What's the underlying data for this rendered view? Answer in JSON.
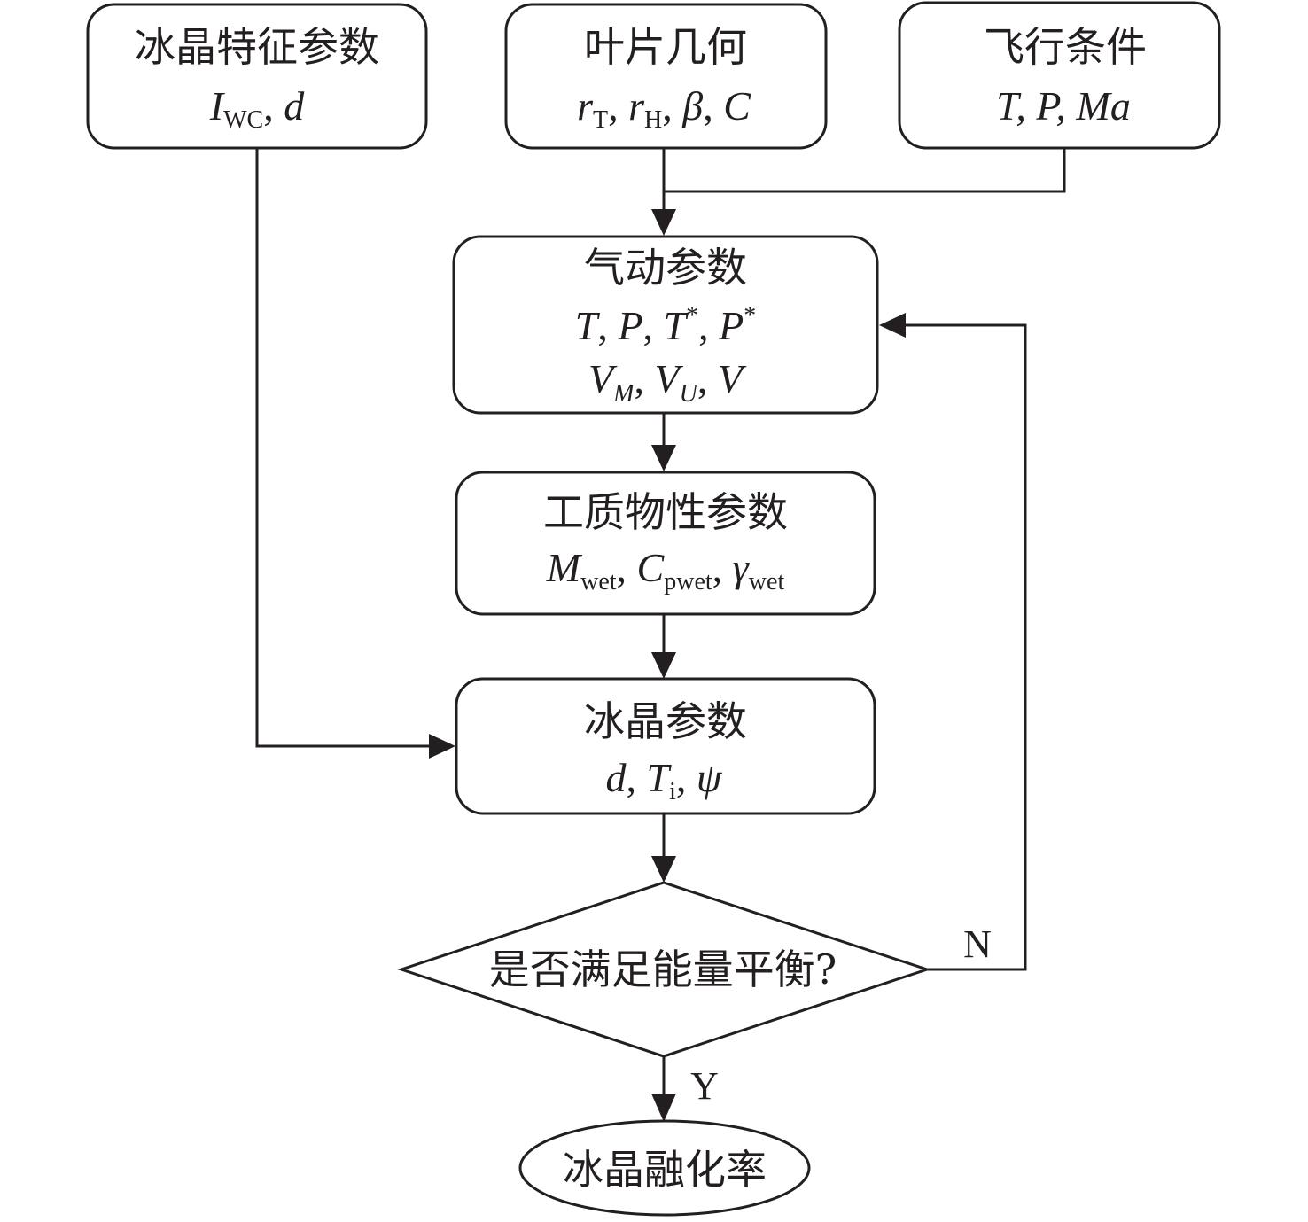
{
  "diagram": {
    "type": "flowchart",
    "colors": {
      "stroke": "#231f20",
      "background": "#ffffff"
    },
    "nodes": {
      "ice_features": {
        "title": "冰晶特征参数",
        "vars": {
          "I": "I",
          "I_sub": "WC",
          "sep1": ", ",
          "d": "d"
        }
      },
      "blade_geometry": {
        "title": "叶片几何",
        "vars": {
          "r1": "r",
          "r1_sub": "T",
          "sep": ", ",
          "r2": "r",
          "r2_sub": "H",
          "beta": "β",
          "C": "C"
        }
      },
      "flight_conditions": {
        "title": "飞行条件",
        "vars": {
          "text": "T, P, Ma"
        }
      },
      "aero_params": {
        "title": "气动参数",
        "line1": {
          "T": "T",
          "P": "P",
          "Tstar": "T",
          "Pstar": "P",
          "star": "*",
          "sep": ", "
        },
        "line2": {
          "V": "V",
          "M": "M",
          "U": "U",
          "sep": ", "
        }
      },
      "fluid_props": {
        "title": "工质物性参数",
        "vars": {
          "M": "M",
          "M_sub": "wet",
          "C": "C",
          "C_sub": "pwet",
          "gamma": "γ",
          "gamma_sub": "wet",
          "sep": ", "
        }
      },
      "ice_params": {
        "title": "冰晶参数",
        "vars": {
          "d": "d",
          "T": "T",
          "T_sub": "i",
          "psi": "ψ",
          "sep": ", "
        }
      },
      "decision": {
        "label": "是否满足能量平衡?",
        "yes": "Y",
        "no": "N"
      },
      "result": {
        "label": "冰晶融化率"
      }
    },
    "edges": [
      {
        "from": "blade_geometry",
        "to": "aero_params"
      },
      {
        "from": "flight_conditions",
        "to": "aero_params"
      },
      {
        "from": "aero_params",
        "to": "fluid_props"
      },
      {
        "from": "fluid_props",
        "to": "ice_params"
      },
      {
        "from": "ice_features",
        "to": "ice_params"
      },
      {
        "from": "ice_params",
        "to": "decision"
      },
      {
        "from": "decision",
        "to": "aero_params",
        "label": "N"
      },
      {
        "from": "decision",
        "to": "result",
        "label": "Y"
      }
    ]
  }
}
